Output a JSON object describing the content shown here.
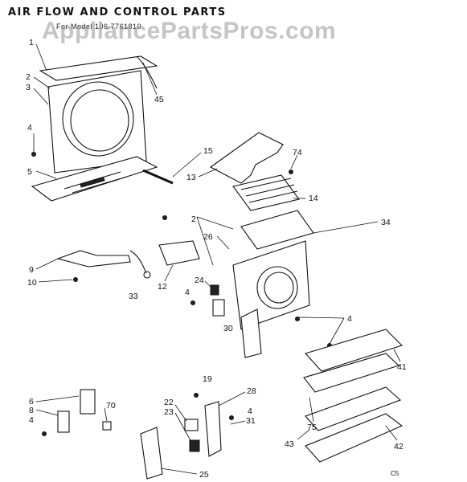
{
  "header": {
    "title": "AIR FLOW AND CONTROL PARTS",
    "model_line": "For Model 106.7761810",
    "watermark": "AppliancePartsPros.com"
  },
  "part_labels": [
    "1",
    "2",
    "3",
    "4",
    "5",
    "45",
    "15",
    "13",
    "74",
    "14",
    "34",
    "9",
    "10",
    "33",
    "12",
    "2",
    "26",
    "24",
    "4",
    "30",
    "4",
    "41",
    "75",
    "43",
    "42",
    "6",
    "8",
    "4",
    "70",
    "19",
    "22",
    "23",
    "28",
    "4",
    "31",
    "25"
  ],
  "footer_code": "C5",
  "colors": {
    "ink": "#111111",
    "paper": "#ffffff",
    "watermark": "#969696"
  }
}
